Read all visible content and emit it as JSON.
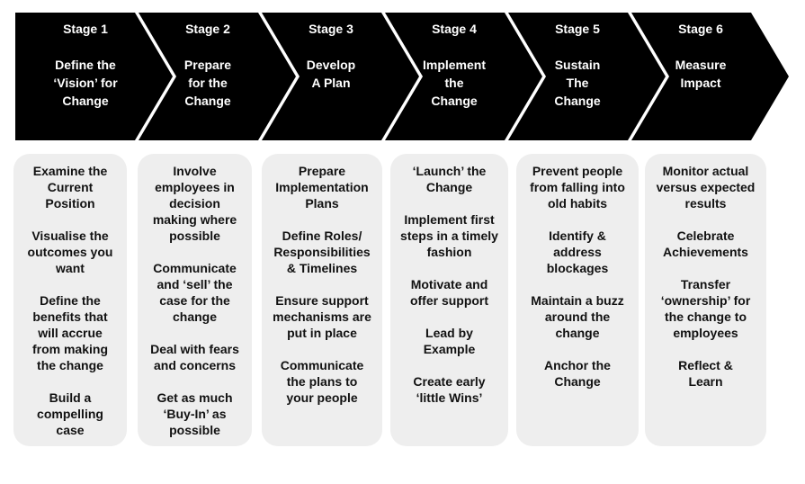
{
  "stages": [
    {
      "number": "Stage 1",
      "title": "Define the\n‘Vision’ for\nChange",
      "items": [
        "Examine the\nCurrent\nPosition",
        "Visualise the\noutcomes you\nwant",
        "Define the\nbenefits that\nwill accrue\nfrom making\nthe change",
        "Build a\ncompelling\ncase"
      ]
    },
    {
      "number": "Stage 2",
      "title": "Prepare\nfor the\nChange",
      "items": [
        "Involve\nemployees in\ndecision\nmaking where\npossible",
        "Communicate\nand ‘sell’ the\ncase for  the\nchange",
        "Deal with fears\nand concerns",
        "Get as much\n‘Buy-In’ as\npossible"
      ]
    },
    {
      "number": "Stage 3",
      "title": "Develop\nA Plan",
      "items": [
        "Prepare\nImplementation\nPlans",
        "Define Roles/\nResponsibilities\n& Timelines",
        "Ensure support\nmechanisms are\nput in place",
        "Communicate\nthe plans to\nyour people"
      ]
    },
    {
      "number": "Stage 4",
      "title": "Implement\nthe\nChange",
      "items": [
        "‘Launch’ the\nChange",
        "Implement first\nsteps in a timely\nfashion",
        "Motivate and\noffer support",
        "Lead by\nExample",
        "Create early\n‘little Wins’"
      ]
    },
    {
      "number": "Stage 5",
      "title": "Sustain\nThe\nChange",
      "items": [
        "Prevent people\nfrom falling into\nold habits",
        "Identify &\naddress\nblockages",
        "Maintain a buzz\naround the\nchange",
        "Anchor the\nChange"
      ]
    },
    {
      "number": "Stage 6",
      "title": "Measure\nImpact",
      "items": [
        "Monitor actual\nversus expected\nresults",
        "Celebrate\nAchievements",
        "Transfer\n‘ownership’ for\nthe change to\nemployees",
        "Reflect &\nLearn"
      ]
    }
  ],
  "colors": {
    "chevron": "#000000",
    "card": "#eeeeee",
    "header_text": "#ffffff",
    "body_text": "#111111"
  }
}
